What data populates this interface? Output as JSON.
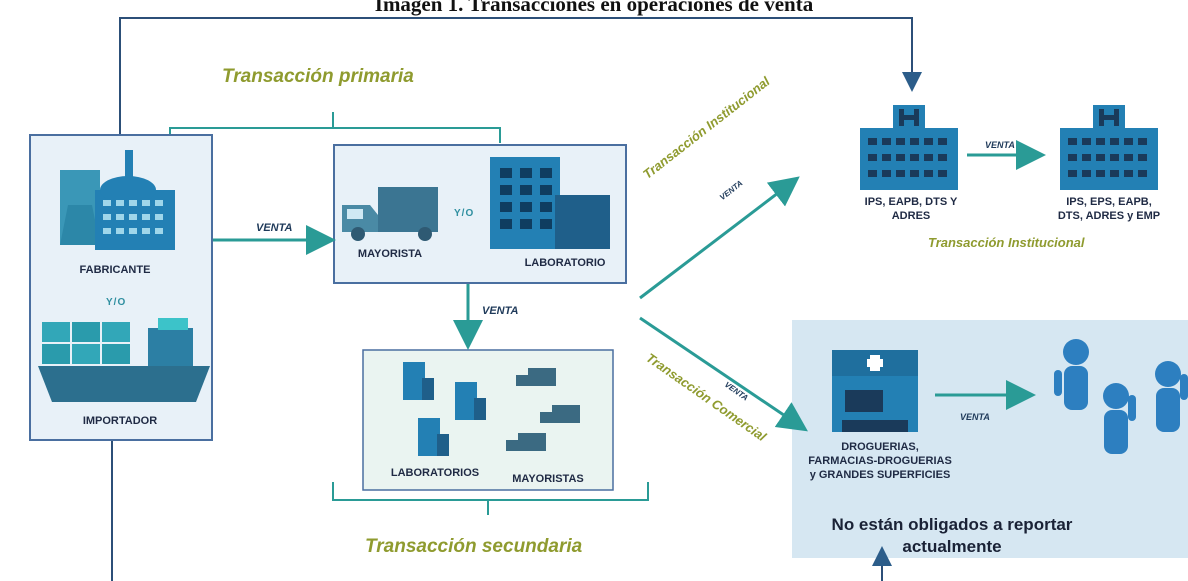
{
  "title": "Imagen 1. Transacciones en operaciones de venta",
  "labels": {
    "primary": "Transacción primaria",
    "secondary": "Transacción secundaria",
    "institutional_diag": "Transacción Institucional",
    "institutional": "Transacción Institucional",
    "commercial_diag": "Transacción Comercial"
  },
  "nodes": {
    "fabricante": "FABRICANTE",
    "importador": "IMPORTADOR",
    "yo": "Y/O",
    "mayorista": "MAYORISTA",
    "laboratorio": "LABORATORIO",
    "laboratorios": "LABORATORIOS",
    "mayoristas": "MAYORISTAS",
    "ips_line1": "IPS, EAPB, DTS Y",
    "ips_line2": "ADRES",
    "eps_line1": "IPS, EPS, EAPB,",
    "eps_line2": "DTS, ADRES y EMP",
    "drog_line1": "DROGUERIAS,",
    "drog_line2": "FARMACIAS-DROGUERIAS",
    "drog_line3": "y GRANDES SUPERFICIES"
  },
  "venta": "VENTA",
  "notice_line1": "No están obligados a reportar",
  "notice_line2": "actualmente",
  "icons": [
    "factory-icon",
    "ship-icon",
    "truck-icon",
    "building-icon",
    "hospital-icon",
    "pharmacy-icon",
    "person-icon"
  ],
  "colors": {
    "box_border": "#4a6fa0",
    "box_fill": "#e8f1f8",
    "teal": "#2a9b96",
    "icon_blue": "#1e6fa8",
    "green_label": "#8f9b2f",
    "panel": "#d6e7f2"
  }
}
